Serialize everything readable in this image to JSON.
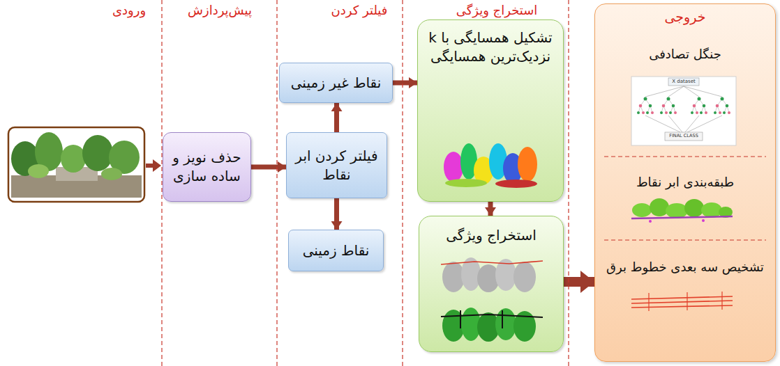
{
  "diagram": {
    "nodes": [
      {
        "text": [
          "حذف نویز و ساده سازی"
        ]
      },
      {
        "text": [
          "فیلتر کردن ابر نقاط"
        ]
      },
      {
        "text": [
          "نقاط غیر زمینی"
        ]
      },
      {
        "text": [
          "نقاط زمینی"
        ]
      },
      {
        "text": [
          "تشکیل همسایگی با k نزدیک‌ترین همسایگی"
        ]
      },
      {
        "text": [
          "استخراج ویژگی"
        ]
      },
      {
        "text": [
          "خروجی",
          "جنگل تصادفی",
          "طبقه‌بندی ابر نقاط",
          "تشخیص سه بعدی خطوط برق"
        ]
      }
    ],
    "edges": [
      {
        "from": 0,
        "to": 1,
        "arrow": "to"
      },
      {
        "from": 1,
        "to": 2,
        "arrow": "to"
      },
      {
        "from": 1,
        "to": 3,
        "arrow": "to"
      },
      {
        "from": 2,
        "to": 4,
        "arrow": "to"
      },
      {
        "from": 4,
        "to": 5,
        "arrow": "to"
      },
      {
        "from": 5,
        "to": 6,
        "arrow": "to"
      }
    ],
    "labels": [
      "ورودی",
      "پیش‌پردازش",
      "فیلتر کردن",
      "استخراج ویژگی",
      "X dataset",
      "FINAL CLASS"
    ]
  }
}
